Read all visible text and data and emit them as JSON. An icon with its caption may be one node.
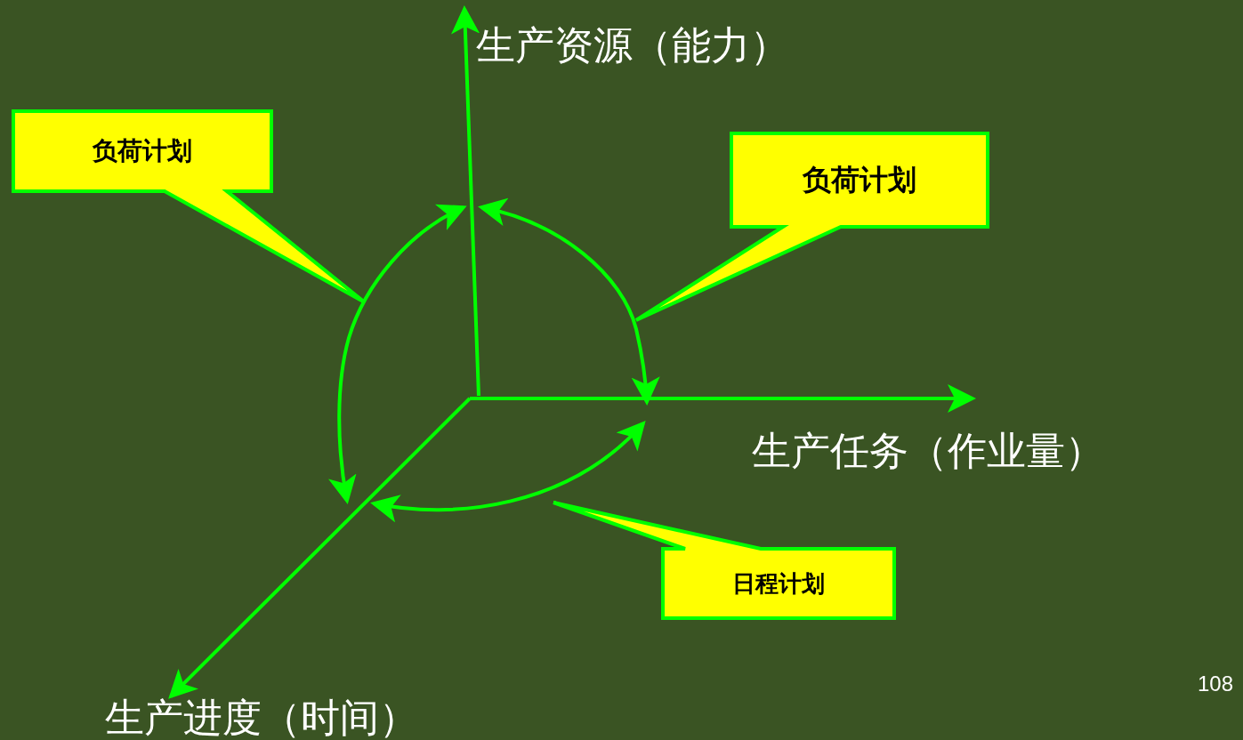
{
  "diagram": {
    "nodes": [
      {
        "text": [
          "负荷计划"
        ]
      },
      {
        "text": [
          "负荷计划"
        ]
      },
      {
        "text": [
          "日程计划"
        ]
      },
      {
        "text": [],
        "shape": "arrow"
      },
      {
        "text": [],
        "shape": "arrow"
      },
      {
        "text": [],
        "shape": "arrow"
      }
    ],
    "edges": [
      {
        "from": 3,
        "to": 5,
        "arrow": "both"
      },
      {
        "from": 3,
        "to": 4,
        "arrow": "both"
      },
      {
        "from": 5,
        "to": 4,
        "arrow": "both"
      }
    ],
    "labels": [
      "生产资源（能力）",
      "生产任务（作业量）",
      "生产进度（时间）",
      "108"
    ]
  }
}
